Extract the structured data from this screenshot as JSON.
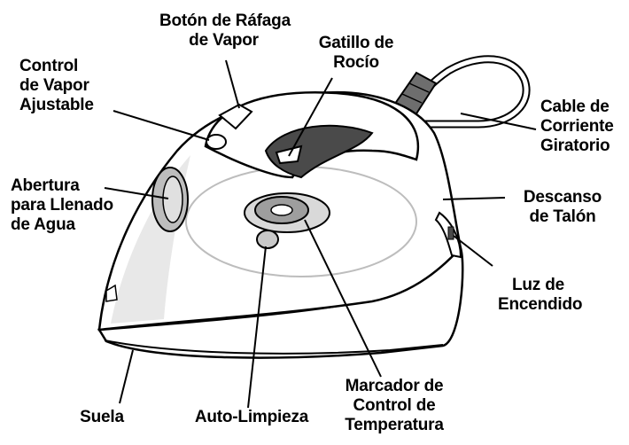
{
  "colors": {
    "ink": "#000000",
    "body": "#ffffff",
    "shade": "#bdbdbd",
    "dark": "#4a4a4a"
  },
  "labels": {
    "steam_burst": [
      "Botón de Ráfaga",
      "de Vapor"
    ],
    "spray_trigger": [
      "Gatillo de",
      "Rocío"
    ],
    "steam_control": [
      "Control",
      "de Vapor",
      "Ajustable"
    ],
    "water_fill": [
      "Abertura",
      "para Llenado",
      "de Agua"
    ],
    "swivel_cord": [
      "Cable de",
      "Corriente",
      "Giratorio"
    ],
    "heel_rest": [
      "Descanso",
      "de Talón"
    ],
    "power_light": [
      "Luz de",
      "Encendido"
    ],
    "soleplate": [
      "Suela"
    ],
    "self_clean": [
      "Auto-Limpieza"
    ],
    "temp_dial": [
      "Marcador de",
      "Control de",
      "Temperatura"
    ]
  }
}
